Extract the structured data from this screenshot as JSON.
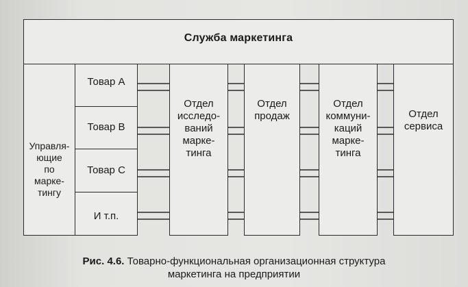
{
  "diagram": {
    "top_box": "Служба маркетинга",
    "left_box": "Управля-\nющие\nпо\nмарке-\nтингу",
    "products": [
      "Товар А",
      "Товар В",
      "Товар С",
      "И т.п."
    ],
    "departments": [
      "Отдел\nисследо-\nваний\nмарке-\nтинга",
      "Отдел\nпродаж",
      "Отдел\nкоммуни-\nкаций\nмарке-\nтинга",
      "Отдел\nсервиса"
    ]
  },
  "caption": {
    "label": "Рис. 4.6.",
    "text": "Товарно-функциональная организационная структура\nмаркетинга на предприятии"
  }
}
